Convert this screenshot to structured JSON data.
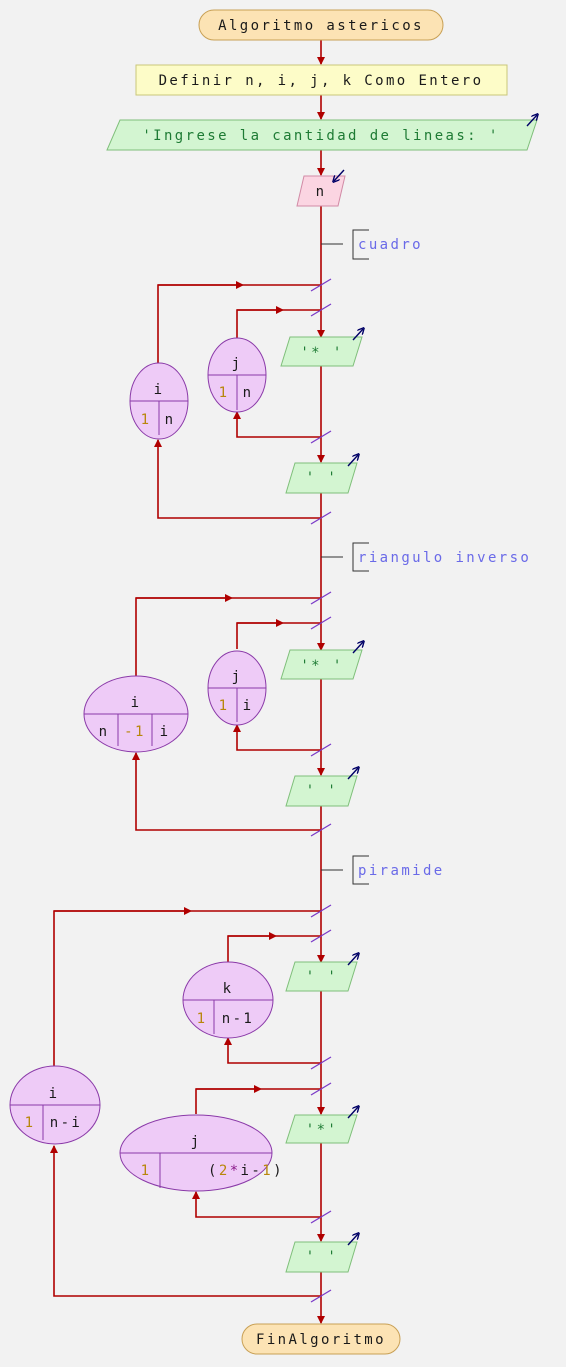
{
  "start": "Algoritmo astericos",
  "define": "Definir n, i, j, k Como Entero",
  "prompt": "'Ingrese la cantidad de lineas: '",
  "read_var": "n",
  "sections": [
    {
      "comment": "cuadro",
      "outer": {
        "var": "i",
        "from": "1",
        "to": "n"
      },
      "inner": {
        "var": "j",
        "from": "1",
        "to": "n",
        "output": "'* '"
      },
      "after": "' '"
    },
    {
      "comment": "riangulo inverso",
      "outer": {
        "var": "i",
        "from": "n",
        "step": "-1",
        "to": "i"
      },
      "inner": {
        "var": "j",
        "from": "1",
        "to": "i",
        "output": "'* '"
      },
      "after": "' '"
    },
    {
      "comment": "piramide",
      "outer": {
        "var": "i",
        "from": "1",
        "to": "n-i"
      },
      "inner1": {
        "var": "k",
        "from": "1",
        "to": "n-1",
        "output": "' '"
      },
      "inner2": {
        "var": "j",
        "from": "1",
        "to_parts": [
          "(",
          "2",
          "*",
          "i",
          "-",
          "1",
          ")"
        ],
        "output": "'*'"
      },
      "after": "' '"
    }
  ],
  "end": "FinAlgoritmo",
  "colors": {
    "terminal_fill": "#fce3b4",
    "process_fill": "#fdfcc8",
    "io_fill": "#d3f5d1",
    "read_fill": "#fbd5e2",
    "loop_fill": "#eecbf7",
    "flow": "#b00000",
    "comment": "#6a6ae8"
  }
}
